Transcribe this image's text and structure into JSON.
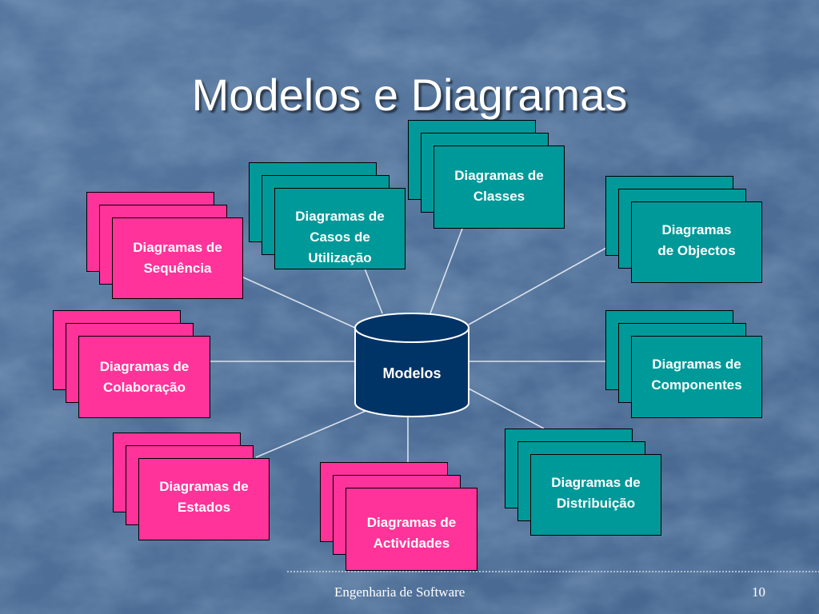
{
  "slide": {
    "title": "Modelos e Diagramas",
    "footer_text": "Engenharia de Software",
    "page_number": "10"
  },
  "colors": {
    "background": "#4a6c97",
    "pink_card": "#ff3399",
    "teal_card": "#009999",
    "database_fill": "#003366",
    "connector_line": "#d9e1ec"
  },
  "center": {
    "label": "Modelos"
  },
  "diagrams": [
    {
      "id": "classes",
      "label": "Diagramas de\nClasses",
      "color": "teal"
    },
    {
      "id": "casos-de-utilizacao",
      "label": "Diagramas de\nCasos de Utilização",
      "color": "teal"
    },
    {
      "id": "sequencia",
      "label": "Diagramas de\nSequência",
      "color": "pink"
    },
    {
      "id": "objectos",
      "label": "Diagramas\nde Objectos",
      "color": "teal"
    },
    {
      "id": "colaboracao",
      "label": "Diagramas de\nColaboração",
      "color": "pink"
    },
    {
      "id": "componentes",
      "label": "Diagramas de\nComponentes",
      "color": "teal"
    },
    {
      "id": "estados",
      "label": "Diagramas de\nEstados",
      "color": "pink"
    },
    {
      "id": "actividades",
      "label": "Diagramas de\nActividades",
      "color": "pink"
    },
    {
      "id": "distribuicao",
      "label": "Diagramas de\nDistribuição",
      "color": "teal"
    }
  ]
}
